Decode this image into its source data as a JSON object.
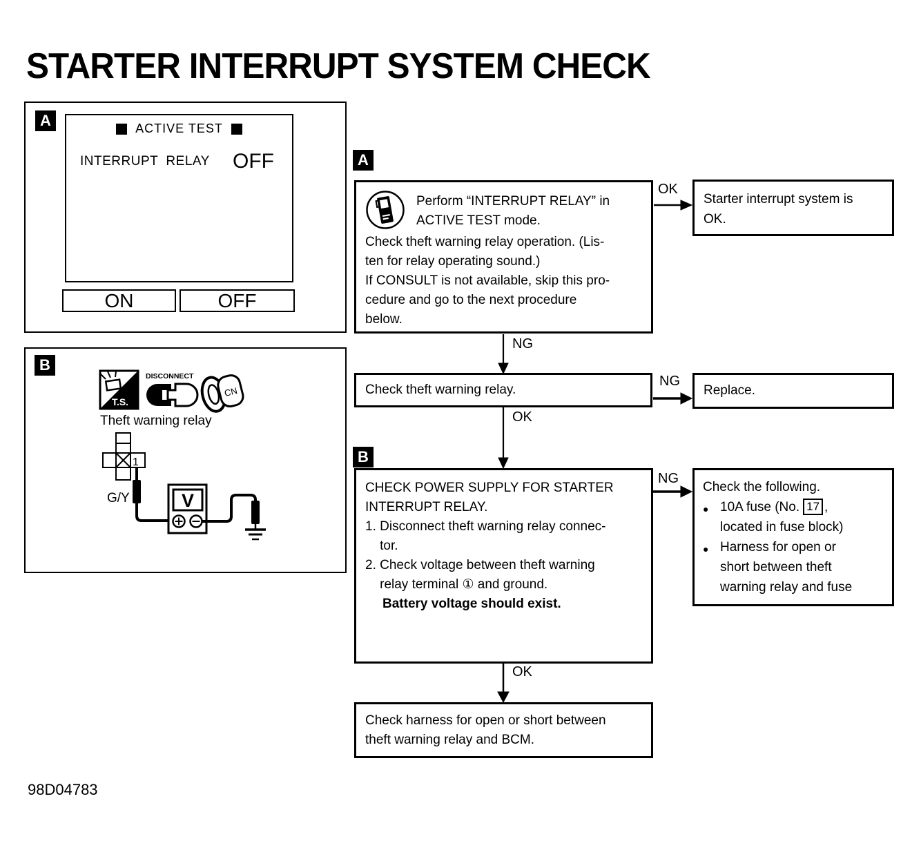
{
  "title": "STARTER INTERRUPT SYSTEM CHECK",
  "figure_id": "98D04783",
  "colors": {
    "ink": "#000000",
    "paper": "#ffffff"
  },
  "icon_names": [
    "black-square-icon",
    "consult-device-icon",
    "ts-tool-icon",
    "disconnect-icon",
    "cn-connector-icon",
    "relay-connector-symbol",
    "voltmeter-icon",
    "ground-icon",
    "arrow-icon"
  ],
  "panel_a": {
    "label": "A",
    "screen": {
      "title": "ACTIVE TEST",
      "param_label": "INTERRUPT  RELAY",
      "param_value": "OFF"
    },
    "on_button": "ON",
    "off_button": "OFF"
  },
  "panel_b": {
    "label": "B",
    "ts_label": "T.S.",
    "disconnect_label": "DISCONNECT",
    "cn_label": "CN",
    "component": "Theft warning relay",
    "terminal_no": "1",
    "wire_color": "G/Y",
    "meter_letter": "V"
  },
  "flow": {
    "step_a": {
      "label": "A",
      "consult_lines": "Perform “INTERRUPT RELAY” in\nACTIVE TEST mode.",
      "body": "Check theft warning relay operation. (Lis-\nten for relay operating sound.)\nIf CONSULT is not available, skip this pro-\ncedure and go to the next procedure\nbelow.",
      "ok_label": "OK",
      "ng_label": "NG"
    },
    "ok_result": "Starter interrupt system is\nOK.",
    "check_relay": {
      "text": "Check theft warning relay.",
      "ng_label": "NG",
      "ok_label": "OK"
    },
    "replace": "Replace.",
    "step_b": {
      "label": "B",
      "heading": "CHECK POWER SUPPLY FOR STARTER\nINTERRUPT RELAY.",
      "item1": "1. Disconnect theft warning relay connec-\n    tor.",
      "item2": "2. Check voltage between theft warning\n    relay terminal ① and ground.",
      "emphasis": "Battery voltage should exist.",
      "ng_label": "NG",
      "ok_label": "OK"
    },
    "check_following": {
      "intro": "Check the following.",
      "bullet": "●",
      "b1_pre": "10A fuse (No.",
      "b1_fuse_no": "17",
      "b1_tail": ",",
      "b1_line2": "located in fuse block)",
      "b2": "Harness for open or\nshort between theft\nwarning relay and fuse"
    },
    "final": "Check harness for open or short between\ntheft warning relay and BCM."
  }
}
